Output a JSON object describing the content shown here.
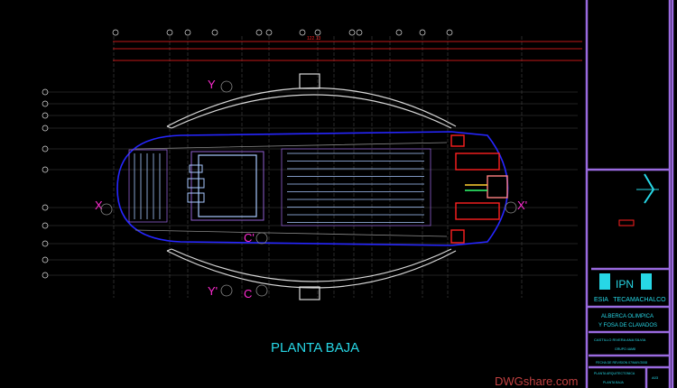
{
  "drawing": {
    "title": "PLANTA BAJA",
    "overall_dimension": "122.13",
    "section_marks": {
      "y_top": "Y",
      "y_bottom": "Y'",
      "x_left": "X",
      "x_right": "X'",
      "c_top": "C'",
      "c_bottom": "C"
    },
    "colors": {
      "background": "#000000",
      "outline": "#2626ff",
      "dimension": "#ff2020",
      "text": "#27d7e6",
      "frame": "#9a6adf",
      "section": "#ff2bd2"
    }
  },
  "title_block": {
    "institution": "IPN",
    "school": "ESIA   TECAMACHALCO",
    "project_line1": "ALBERCA OLIMPICA",
    "project_line2": "Y FOSA DE CLAVADOS",
    "author": "CASTILLO RIVERA ANA SILVIA",
    "group": "GRUPO 4AM8",
    "revision_date": "FECHA DE REVISION  07/MAY/2008",
    "sheet_name_line1": "PLANTA ARQUITECTONICA",
    "sheet_name_line2": "PLANTA BAJA",
    "sheet_number": "A03"
  },
  "watermark": "DWGshare.com"
}
